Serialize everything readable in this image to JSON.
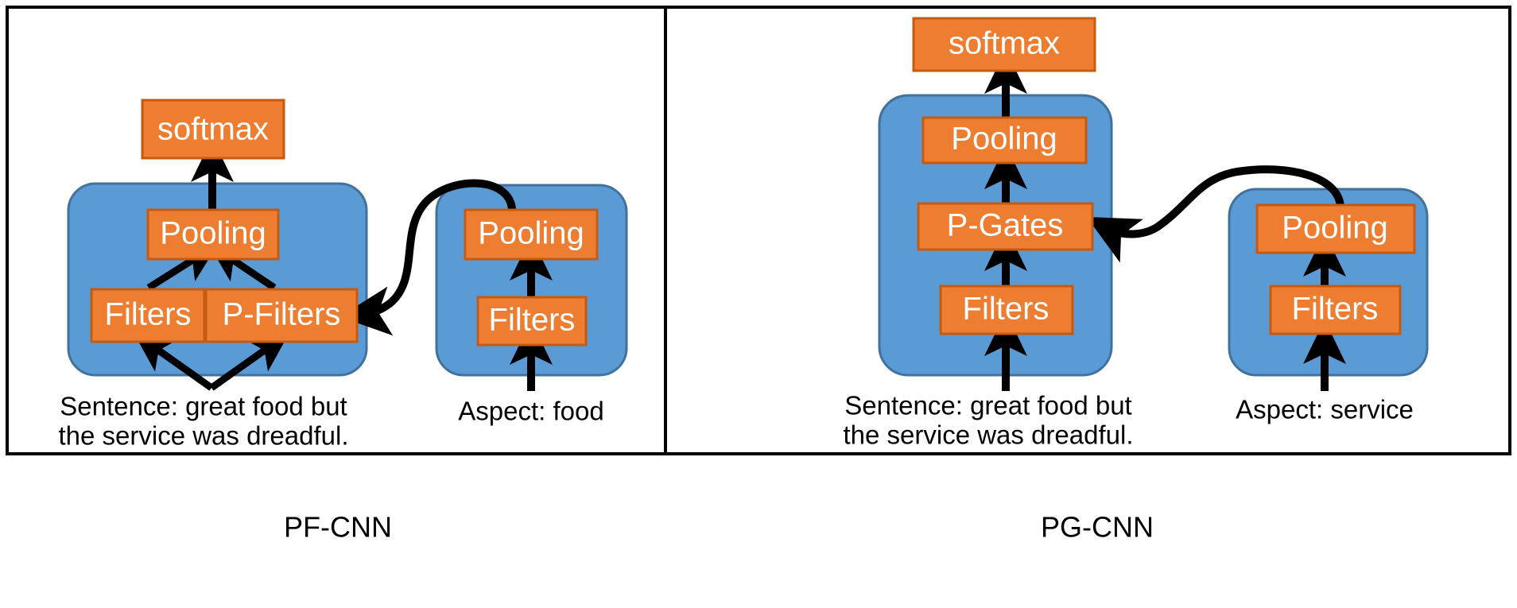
{
  "figure": {
    "background": "#ffffff",
    "panel_border_color": "#000000",
    "box_fill": "#ED7D31",
    "box_stroke": "#C55A11",
    "group_fill": "#5B9BD5",
    "group_stroke": "#41719C",
    "arrow_color": "#000000",
    "box_text_color": "#ffffff",
    "plain_text_color": "#000000"
  },
  "panels": [
    {
      "id": "pf-cnn",
      "caption": "PF-CNN",
      "sentence_group": {
        "nodes": [
          {
            "id": "softmax",
            "label": "softmax"
          },
          {
            "id": "pooling",
            "label": "Pooling"
          },
          {
            "id": "filters",
            "label": "Filters"
          },
          {
            "id": "p-filters",
            "label": "P-Filters"
          }
        ],
        "input_label_line1": "Sentence: great food but",
        "input_label_line2": "the service was dreadful."
      },
      "aspect_group": {
        "nodes": [
          {
            "id": "aspect-pooling",
            "label": "Pooling"
          },
          {
            "id": "aspect-filters",
            "label": "Filters"
          }
        ],
        "input_label": "Aspect: food"
      },
      "cross_edge": {
        "from": "aspect-pooling",
        "to": "p-filters"
      }
    },
    {
      "id": "pg-cnn",
      "caption": "PG-CNN",
      "sentence_group": {
        "nodes": [
          {
            "id": "softmax",
            "label": "softmax"
          },
          {
            "id": "pooling",
            "label": "Pooling"
          },
          {
            "id": "p-gates",
            "label": "P-Gates"
          },
          {
            "id": "filters",
            "label": "Filters"
          }
        ],
        "input_label_line1": "Sentence: great food but",
        "input_label_line2": "the service was dreadful."
      },
      "aspect_group": {
        "nodes": [
          {
            "id": "aspect-pooling",
            "label": "Pooling"
          },
          {
            "id": "aspect-filters",
            "label": "Filters"
          }
        ],
        "input_label": "Aspect: service"
      },
      "cross_edge": {
        "from": "aspect-pooling",
        "to": "p-gates"
      }
    }
  ]
}
